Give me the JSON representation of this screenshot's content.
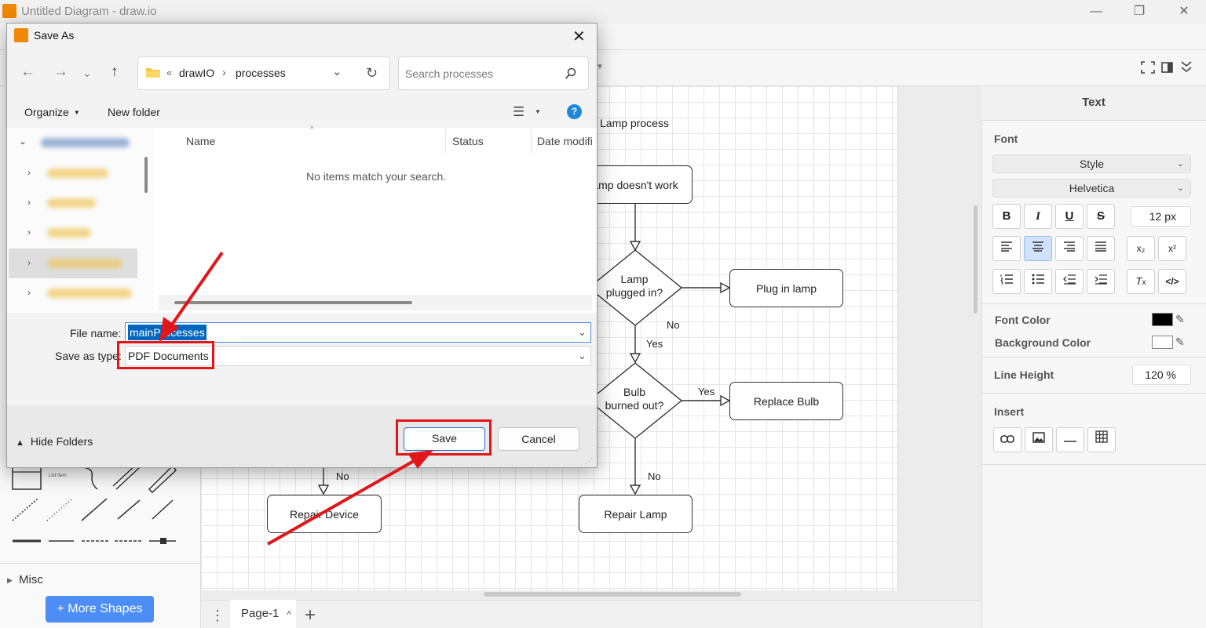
{
  "window": {
    "title": "Untitled Diagram - draw.io",
    "minimize": "—",
    "maximize": "❐",
    "close": "✕"
  },
  "canvas": {
    "diagram_title": "Lamp process",
    "nodes": {
      "start": "amp doesn't work",
      "lamp_plugged": "Lamp\nplugged in?",
      "plug_in": "Plug in lamp",
      "bulb_burned": "Bulb\nburned out?",
      "replace_bulb": "Replace Bulb",
      "repair_lamp": "Repair Lamp",
      "repair_device": "Repair Device"
    },
    "edge_labels": {
      "no1": "No",
      "yes1": "Yes",
      "yes2": "Yes",
      "no2": "No",
      "no3": "No"
    }
  },
  "left_sidebar": {
    "misc_label": "Misc",
    "list_item_label": "List Item",
    "more_shapes": "+ More Shapes"
  },
  "bottom_bar": {
    "page_tab": "Page-1",
    "page_tab_caret": "^",
    "add_page": "+",
    "menu": "⋮"
  },
  "right_panel": {
    "tab": "Text",
    "font_section": "Font",
    "style_select": "Style",
    "font_select": "Helvetica",
    "format_buttons": [
      "B",
      "I",
      "U",
      "S"
    ],
    "font_size": "12 px",
    "font_color_label": "Font Color",
    "background_color_label": "Background Color",
    "line_height_label": "Line Height",
    "line_height_value": "120 %",
    "insert_label": "Insert",
    "colors": {
      "font": "#000000",
      "background": "#ffffff"
    }
  },
  "dialog": {
    "title": "Save As",
    "breadcrumb": {
      "sep": "«",
      "folder": "drawIO",
      "arrow": "›",
      "current": "processes"
    },
    "search_placeholder": "Search processes",
    "organize": "Organize",
    "new_folder": "New folder",
    "columns": {
      "name": "Name",
      "status": "Status",
      "date": "Date modifi"
    },
    "empty_message": "No items match your search.",
    "file_name_label": "File name:",
    "file_name_value": "mainProcesses",
    "save_type_label": "Save as type:",
    "save_type_value": "PDF Documents",
    "hide_folders": "Hide Folders",
    "save_button": "Save",
    "cancel_button": "Cancel"
  }
}
